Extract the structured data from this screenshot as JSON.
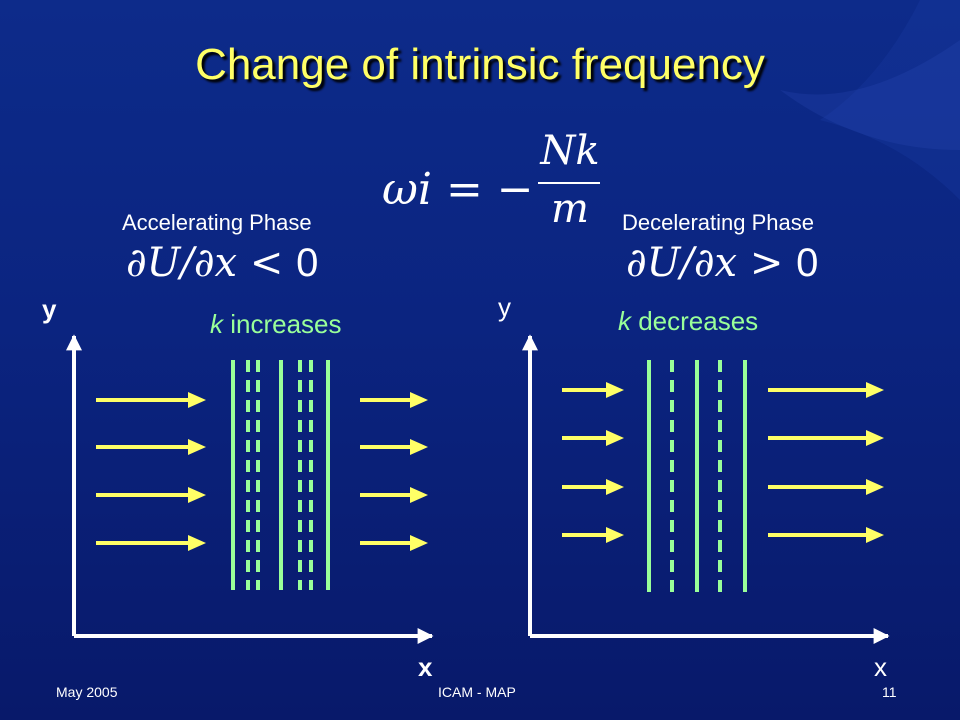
{
  "title": "Change of intrinsic frequency",
  "formula": {
    "lhs": "ωi = −",
    "numerator": "Nk",
    "denominator": "m"
  },
  "left_panel": {
    "phase_label": "Accelerating Phase",
    "condition_math": "∂U/∂x < ",
    "condition_value": "0",
    "y_label": "y",
    "x_label": "x",
    "k_symbol": "k",
    "k_text": " increases"
  },
  "right_panel": {
    "phase_label": "Decelerating Phase",
    "condition_math": "∂U/∂x > ",
    "condition_value": "0",
    "y_label": "y",
    "x_label": "x",
    "k_symbol": "k",
    "k_text": " decreases"
  },
  "footer": {
    "date": "May 2005",
    "center": "ICAM - MAP",
    "page": "11"
  },
  "colors": {
    "title": "#ffff66",
    "arrow": "#ffff66",
    "wave_line": "#99ff99",
    "axis": "#ffffff"
  }
}
